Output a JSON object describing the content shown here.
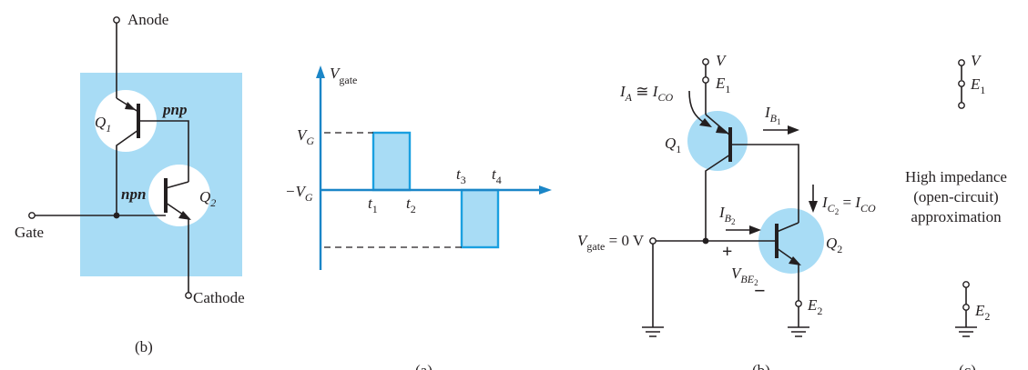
{
  "panel_b_left": {
    "anode": "Anode",
    "cathode": "Cathode",
    "gate": "Gate",
    "q1": "Q",
    "q1_sub": "1",
    "q2": "Q",
    "q2_sub": "2",
    "pnp": "pnp",
    "npn": "npn",
    "caption": "(b)"
  },
  "panel_a": {
    "v": "V",
    "v_sub": "gate",
    "vg": "V",
    "vg_sub": "G",
    "neg_vg": "−V",
    "neg_vg_sub": "G",
    "t1": "t",
    "t1_sub": "1",
    "t2": "t",
    "t2_sub": "2",
    "t3": "t",
    "t3_sub": "3",
    "t4": "t",
    "t4_sub": "4",
    "caption": "(a)"
  },
  "panel_b_right": {
    "v": "V",
    "e1": "E",
    "e1_sub": "1",
    "ia": "I",
    "ia_sub": "A",
    "approx": " ≅ ",
    "ico": "I",
    "ico_sub": "CO",
    "ib1": "I",
    "ib1_sub": "B",
    "ib1_subsub": "1",
    "q1": "Q",
    "q1_sub": "1",
    "ic2": "I",
    "ic2_sub": "C",
    "ic2_subsub": "2",
    "ic2_eq": " = ",
    "ic2_ico": "I",
    "ic2_ico_sub": "CO",
    "ib2": "I",
    "ib2_sub": "B",
    "ib2_subsub": "2",
    "vgate": "V",
    "vgate_sub": "gate",
    "vgate_val": " = 0 V",
    "plus": "+",
    "minus": "−",
    "vbe2": "V",
    "vbe2_sub": "BE",
    "vbe2_subsub": "2",
    "q2": "Q",
    "q2_sub": "2",
    "e2": "E",
    "e2_sub": "2",
    "caption": "(b)"
  },
  "panel_c": {
    "v": "V",
    "e1": "E",
    "e1_sub": "1",
    "desc_line1": "High impedance",
    "desc_line2": "(open-circuit)",
    "desc_line3": "approximation",
    "e2": "E",
    "e2_sub": "2",
    "caption": "(c)"
  },
  "colors": {
    "light_blue": "#a8dcf5",
    "axis_blue": "#1b86c7",
    "ink": "#231f20"
  }
}
